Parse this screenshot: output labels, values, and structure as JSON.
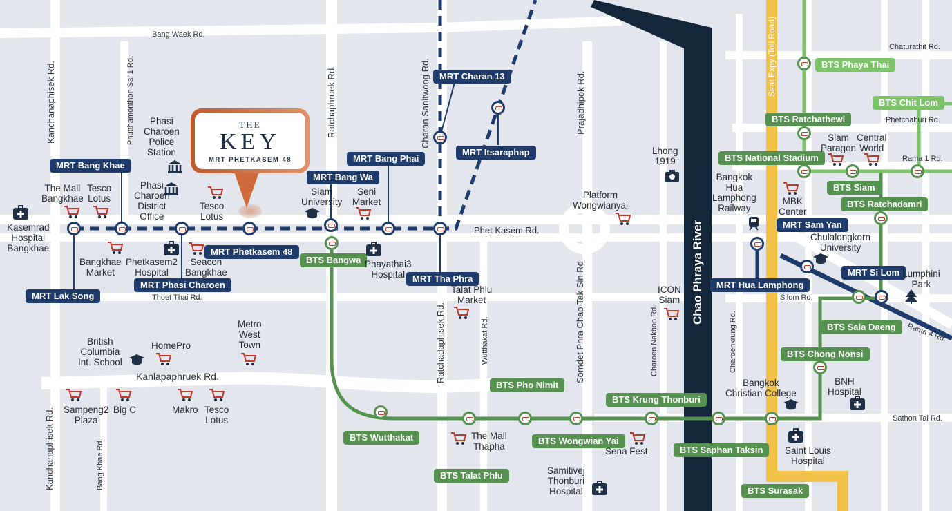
{
  "colors": {
    "background": "#e3e6ec",
    "road": "#ffffff",
    "mrt": "#1f3b6b",
    "bts_silom": "#55914f",
    "bts_sukhumvit": "#7dc36a",
    "river": "#14263a",
    "expressway": "#f2c14a",
    "brand": "#c05a2c"
  },
  "brand": {
    "the": "THE",
    "key": "KEY",
    "subtitle": "MRT PHETKASEM 48",
    "icon": "play-icon"
  },
  "river": "Chao Phraya River",
  "expressway": "Sirat Expy (Toll Road)",
  "roads": {
    "bang_waek": "Bang Waek Rd.",
    "kanchanaphisek_top": "Kanchanaphisek Rd.",
    "phutthamonthon": "Phutthamonthon Sai 1 Rd.",
    "ratchaphruek": "Ratchaphruek Rd.",
    "charan": "Charan Sanitwong Rd.",
    "prajadhipok": "Prajadhipok Rd.",
    "chaturathit": "Chaturathit Rd.",
    "phetchaburi": "Phetchaburi Rd.",
    "rama1": "Rama 1 Rd.",
    "phet_kasem": "Phet Kasem Rd.",
    "thoet_thai": "Thoet Thai Rd.",
    "silom": "Silom Rd.",
    "rama4": "Rama 4 Rd.",
    "kanlapaphruek": "Kanlapaphruek Rd.",
    "ratchadaphisek": "Ratchadaphisek Rd.",
    "wutthakat": "Wutthakat Rd.",
    "somdet": "Somdet Phra Chao Tak Sin Rd.",
    "charoen_nakhon": "Charoen Nakhon Rd.",
    "charoenkrung": "Charoenkrung Rd.",
    "sathon": "Sathon Tai Rd.",
    "kanchanaphisek_bottom": "Kanchanaphisek Rd.",
    "bang_khae": "Bang Khae Rd."
  },
  "mrt_stations": {
    "bang_khae": "MRT Bang Khae",
    "lak_song": "MRT Lak Song",
    "phasi_charoen": "MRT Phasi Charoen",
    "phetkasem48": "MRT Phetkasem 48",
    "bang_wa": "MRT Bang Wa",
    "bang_phai": "MRT Bang Phai",
    "tha_phra": "MRT Tha Phra",
    "charan13": "MRT Charan 13",
    "itsaraphap": "MRT Itsaraphap",
    "sam_yan": "MRT Sam Yan",
    "hua_lamphong": "MRT Hua Lamphong",
    "si_lom": "MRT Si Lom"
  },
  "bts_stations": {
    "bangwa": "BTS Bangwa",
    "wutthakat": "BTS Wutthakat",
    "talat_phlu": "BTS Talat Phlu",
    "pho_nimit": "BTS Pho Nimit",
    "wongwian_yai": "BTS Wongwian Yai",
    "krung_thonburi": "BTS Krung Thonburi",
    "saphan_taksin": "BTS Saphan Taksin",
    "surasak": "BTS Surasak",
    "chong_nonsi": "BTS Chong Nonsi",
    "sala_daeng": "BTS Sala Daeng",
    "ratchadamri": "BTS Ratchadamri",
    "siam": "BTS Siam",
    "national_stadium": "BTS National Stadium",
    "ratchathewi": "BTS Ratchathewi",
    "phaya_thai": "BTS Phaya Thai",
    "chit_lom": "BTS Chit Lom"
  },
  "places": {
    "kasemrad": "Kasemrad\nHospital\nBangkhae",
    "mall_bangkhae": "The Mall\nBangkhae",
    "tesco_bk": "Tesco\nLotus",
    "police": "Phasi\nCharoen\nPolice\nStation",
    "district": "Phasi\nCharoen\nDistrict\nOffice",
    "tesco_pk": "Tesco\nLotus",
    "bangkhae_market": "Bangkhae\nMarket",
    "phetkasem2": "Phetkasem2\nHospital",
    "seacon": "Seacon\nBangkhae",
    "siam_univ": "Siam\nUniversity",
    "seni": "Seni\nMarket",
    "phayathai3": "Phayathai3\nHospital",
    "talat_phlu_mkt": "Talat Phlu\nMarket",
    "british": "British\nColumbia\nInt. School",
    "homepro": "HomePro",
    "metro": "Metro\nWest\nTown",
    "sampeng": "Sampeng2\nPlaza",
    "bigc": "Big C",
    "makro": "Makro",
    "tesco_k": "Tesco\nLotus",
    "mall_thapha": "The Mall\nThapha",
    "platform": "Platform\nWongwianyai",
    "lhong": "Lhong\n1919",
    "icon_siam": "ICON\nSiam",
    "sena": "Sena Fest",
    "samitivej": "Samitivej\nThonburi\nHospital",
    "hua_lamphong_rw": "Bangkok\nHua\nLamphong\nRailway",
    "mbk": "MBK\nCenter",
    "siam_paragon": "Siam\nParagon",
    "central_world": "Central\nWorld",
    "chula": "Chulalongkorn\nUniversity",
    "lumphini": "Lumphini\nPark",
    "christian": "Bangkok\nChristian College",
    "bnh": "BNH\nHospital",
    "saint_louis": "Saint Louis\nHospital"
  }
}
